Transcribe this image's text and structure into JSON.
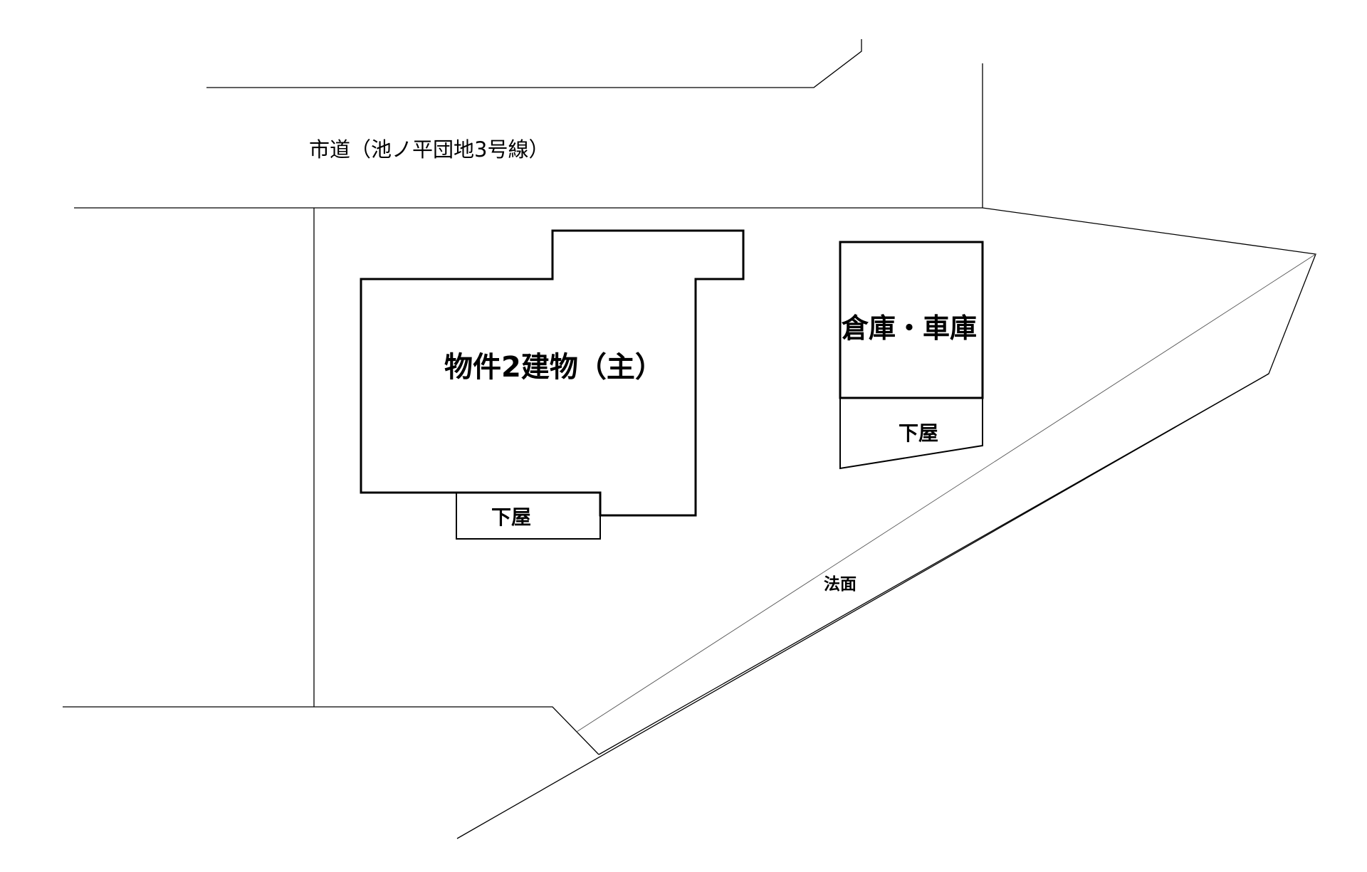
{
  "road": {
    "label": "市道（池ノ平団地3号線）"
  },
  "buildings": {
    "main": {
      "label": "物件2建物（主）"
    },
    "main_annex": {
      "label": "下屋"
    },
    "garage": {
      "label": "倉庫・車庫"
    },
    "garage_annex": {
      "label": "下屋"
    }
  },
  "slope": {
    "label": "法面"
  }
}
